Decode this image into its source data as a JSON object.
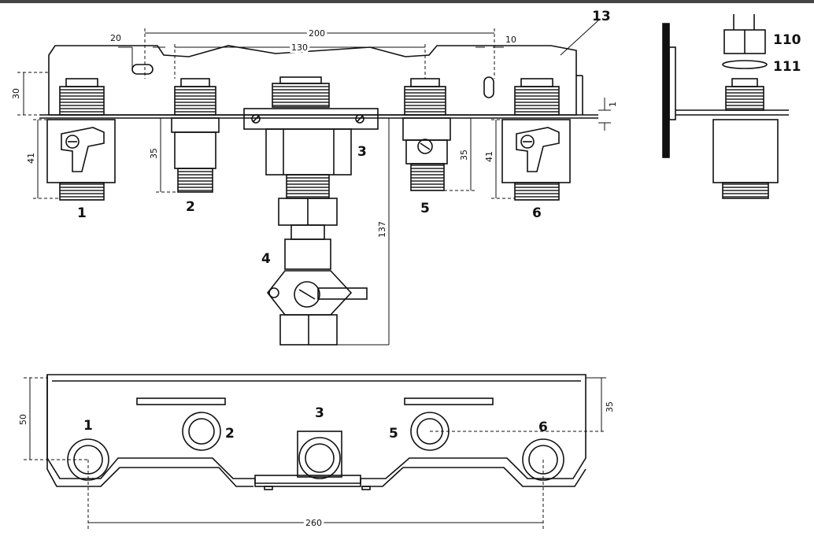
{
  "labels": {
    "part1": "1",
    "part2": "2",
    "part3": "3",
    "part4": "4",
    "part5": "5",
    "part6": "6",
    "part13": "13",
    "part110": "110",
    "part111": "111",
    "bottom1": "1",
    "bottom2": "2",
    "bottom3": "3",
    "bottom5": "5",
    "bottom6": "6"
  },
  "dimensions": {
    "d200": "200",
    "d130": "130",
    "d20": "20",
    "d10": "10",
    "d30": "30",
    "d41_left": "41",
    "d35_left": "35",
    "d35_right": "35",
    "d41_right": "41",
    "d137": "137",
    "d1": "1",
    "d50": "50",
    "d35_bottom": "35",
    "d260": "260"
  },
  "colors": {
    "ink": "#111111",
    "bar": "#444444"
  }
}
